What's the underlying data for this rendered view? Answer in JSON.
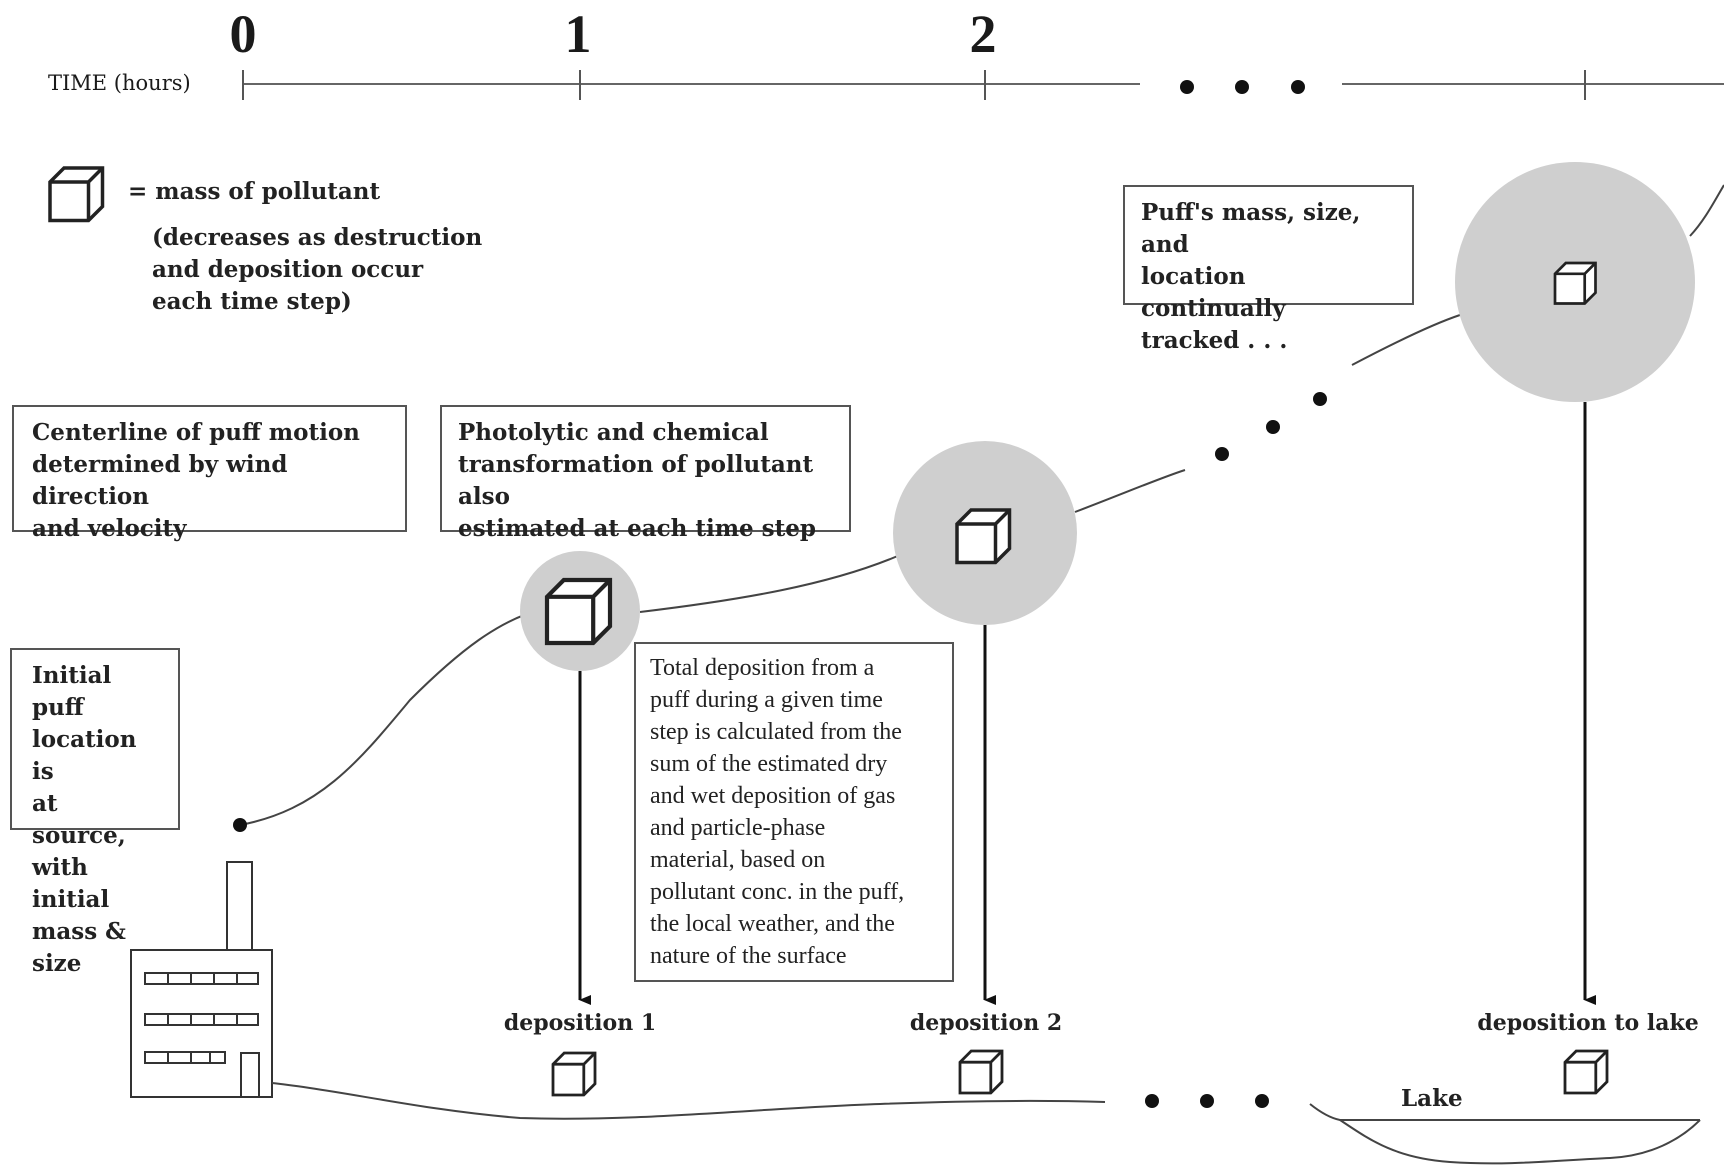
{
  "timeline": {
    "axis_label": "TIME (hours)",
    "ticks": [
      "0",
      "1",
      "2"
    ]
  },
  "legend": {
    "icon": "cube-icon",
    "label": "= mass of pollutant",
    "note_lines": [
      "(decreases as destruction",
      "and deposition occur",
      "each time step)"
    ]
  },
  "boxes": {
    "centerline": [
      "Centerline of puff motion",
      "determined by wind direction",
      "and velocity"
    ],
    "photolytic": [
      "Photolytic and chemical",
      "transformation of pollutant also",
      "estimated at each time step"
    ],
    "tracked": [
      "Puff's mass, size, and",
      "location continually",
      "tracked . . ."
    ],
    "initial": [
      "Initial puff",
      "location is",
      "at source,",
      "with initial",
      "mass & size"
    ],
    "total_deposition": [
      "Total deposition from a",
      "puff during a given time",
      "step is calculated from the",
      "sum of the estimated dry",
      "and wet deposition of gas",
      "and particle-phase",
      "material, based on",
      "pollutant conc. in the puff,",
      "the local weather, and the",
      "nature of the surface"
    ]
  },
  "depositions": {
    "d1": "deposition 1",
    "d2": "deposition 2",
    "lake": "deposition to lake"
  },
  "lake_label": "Lake",
  "colors": {
    "puff_fill": "#cfcfcf",
    "line": "#222222",
    "box_border": "#555555"
  }
}
